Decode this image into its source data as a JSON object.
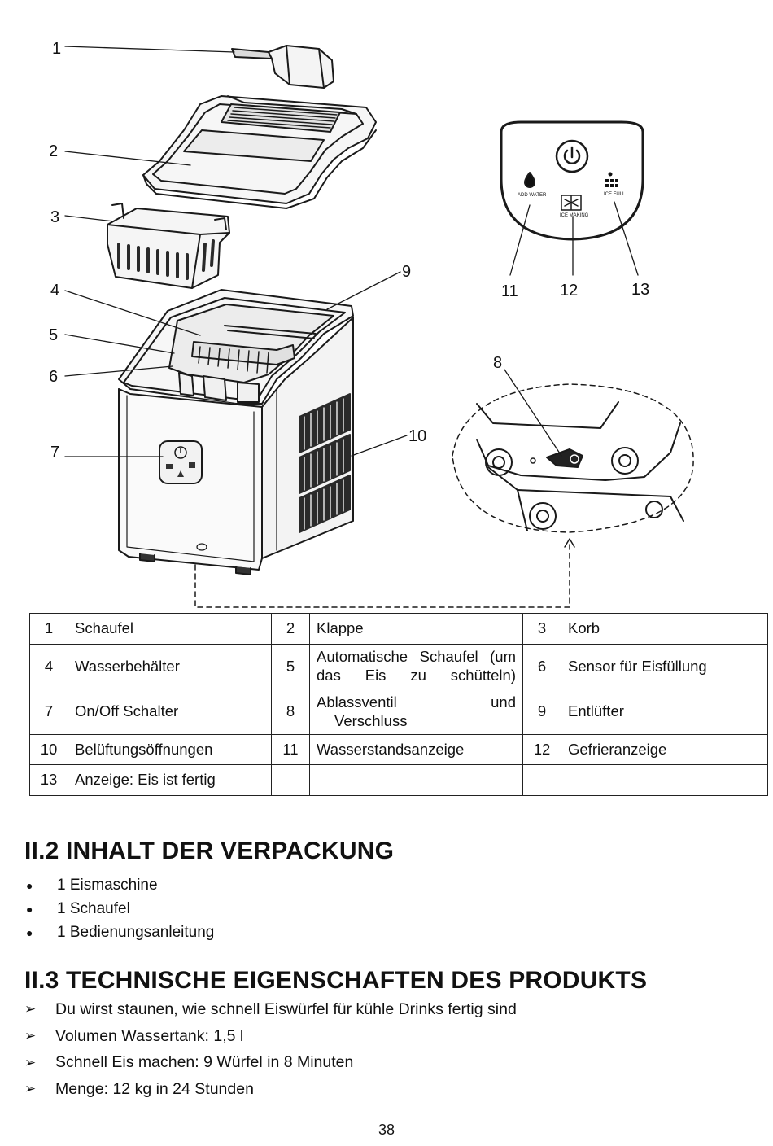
{
  "figure": {
    "callouts": [
      "1",
      "2",
      "3",
      "4",
      "5",
      "6",
      "7",
      "8",
      "9",
      "10",
      "11",
      "12",
      "13"
    ],
    "panel_labels": {
      "add_water": "ADD WATER",
      "ice_making": "ICE MAKING",
      "ice_full": "ICE FULL"
    },
    "icons": [
      "scoop",
      "lid",
      "basket",
      "ice-machine-body",
      "control-panel",
      "power-icon",
      "water-drop-icon",
      "snowflake-icon",
      "ice-cubes-icon",
      "drain-valve-detail"
    ]
  },
  "parts_table": {
    "rows": [
      [
        {
          "n": "1",
          "label": "Schaufel"
        },
        {
          "n": "2",
          "label": "Klappe"
        },
        {
          "n": "3",
          "label": "Korb"
        }
      ],
      [
        {
          "n": "4",
          "label": "Wasserbehälter"
        },
        {
          "n": "5",
          "label": "Automatische Schaufel (um das Eis zu schütteln)"
        },
        {
          "n": "6",
          "label": "Sensor für Eisfüllung"
        }
      ],
      [
        {
          "n": "7",
          "label": "On/Off  Schalter"
        },
        {
          "n": "8",
          "label_a": "Ablassventil und",
          "label_b": "Verschluss"
        },
        {
          "n": "9",
          "label": "Entlüfter"
        }
      ],
      [
        {
          "n": "10",
          "label": "Belüftungsöffnungen"
        },
        {
          "n": "11",
          "label": "Wasserstandsanzeige"
        },
        {
          "n": "12",
          "label": "Gefrieranzeige"
        }
      ],
      [
        {
          "n": "13",
          "label": "Anzeige:  Eis ist fertig"
        },
        {
          "n": "",
          "label": ""
        },
        {
          "n": "",
          "label": ""
        }
      ]
    ]
  },
  "section_contents": {
    "title": "II.2 INHALT DER VERPACKUNG",
    "items": [
      "1 Eismaschine",
      "1 Schaufel",
      "1 Bedienungsanleitung"
    ]
  },
  "section_specs": {
    "title": "II.3 TECHNISCHE EIGENSCHAFTEN DES PRODUKTS",
    "items": [
      "Du wirst staunen, wie schnell Eiswürfel für kühle Drinks fertig sind",
      "Volumen Wassertank: 1,5 l",
      "Schnell Eis machen: 9 Würfel in 8 Minuten",
      "Menge: 12 kg in 24 Stunden"
    ]
  },
  "page_number": "38"
}
